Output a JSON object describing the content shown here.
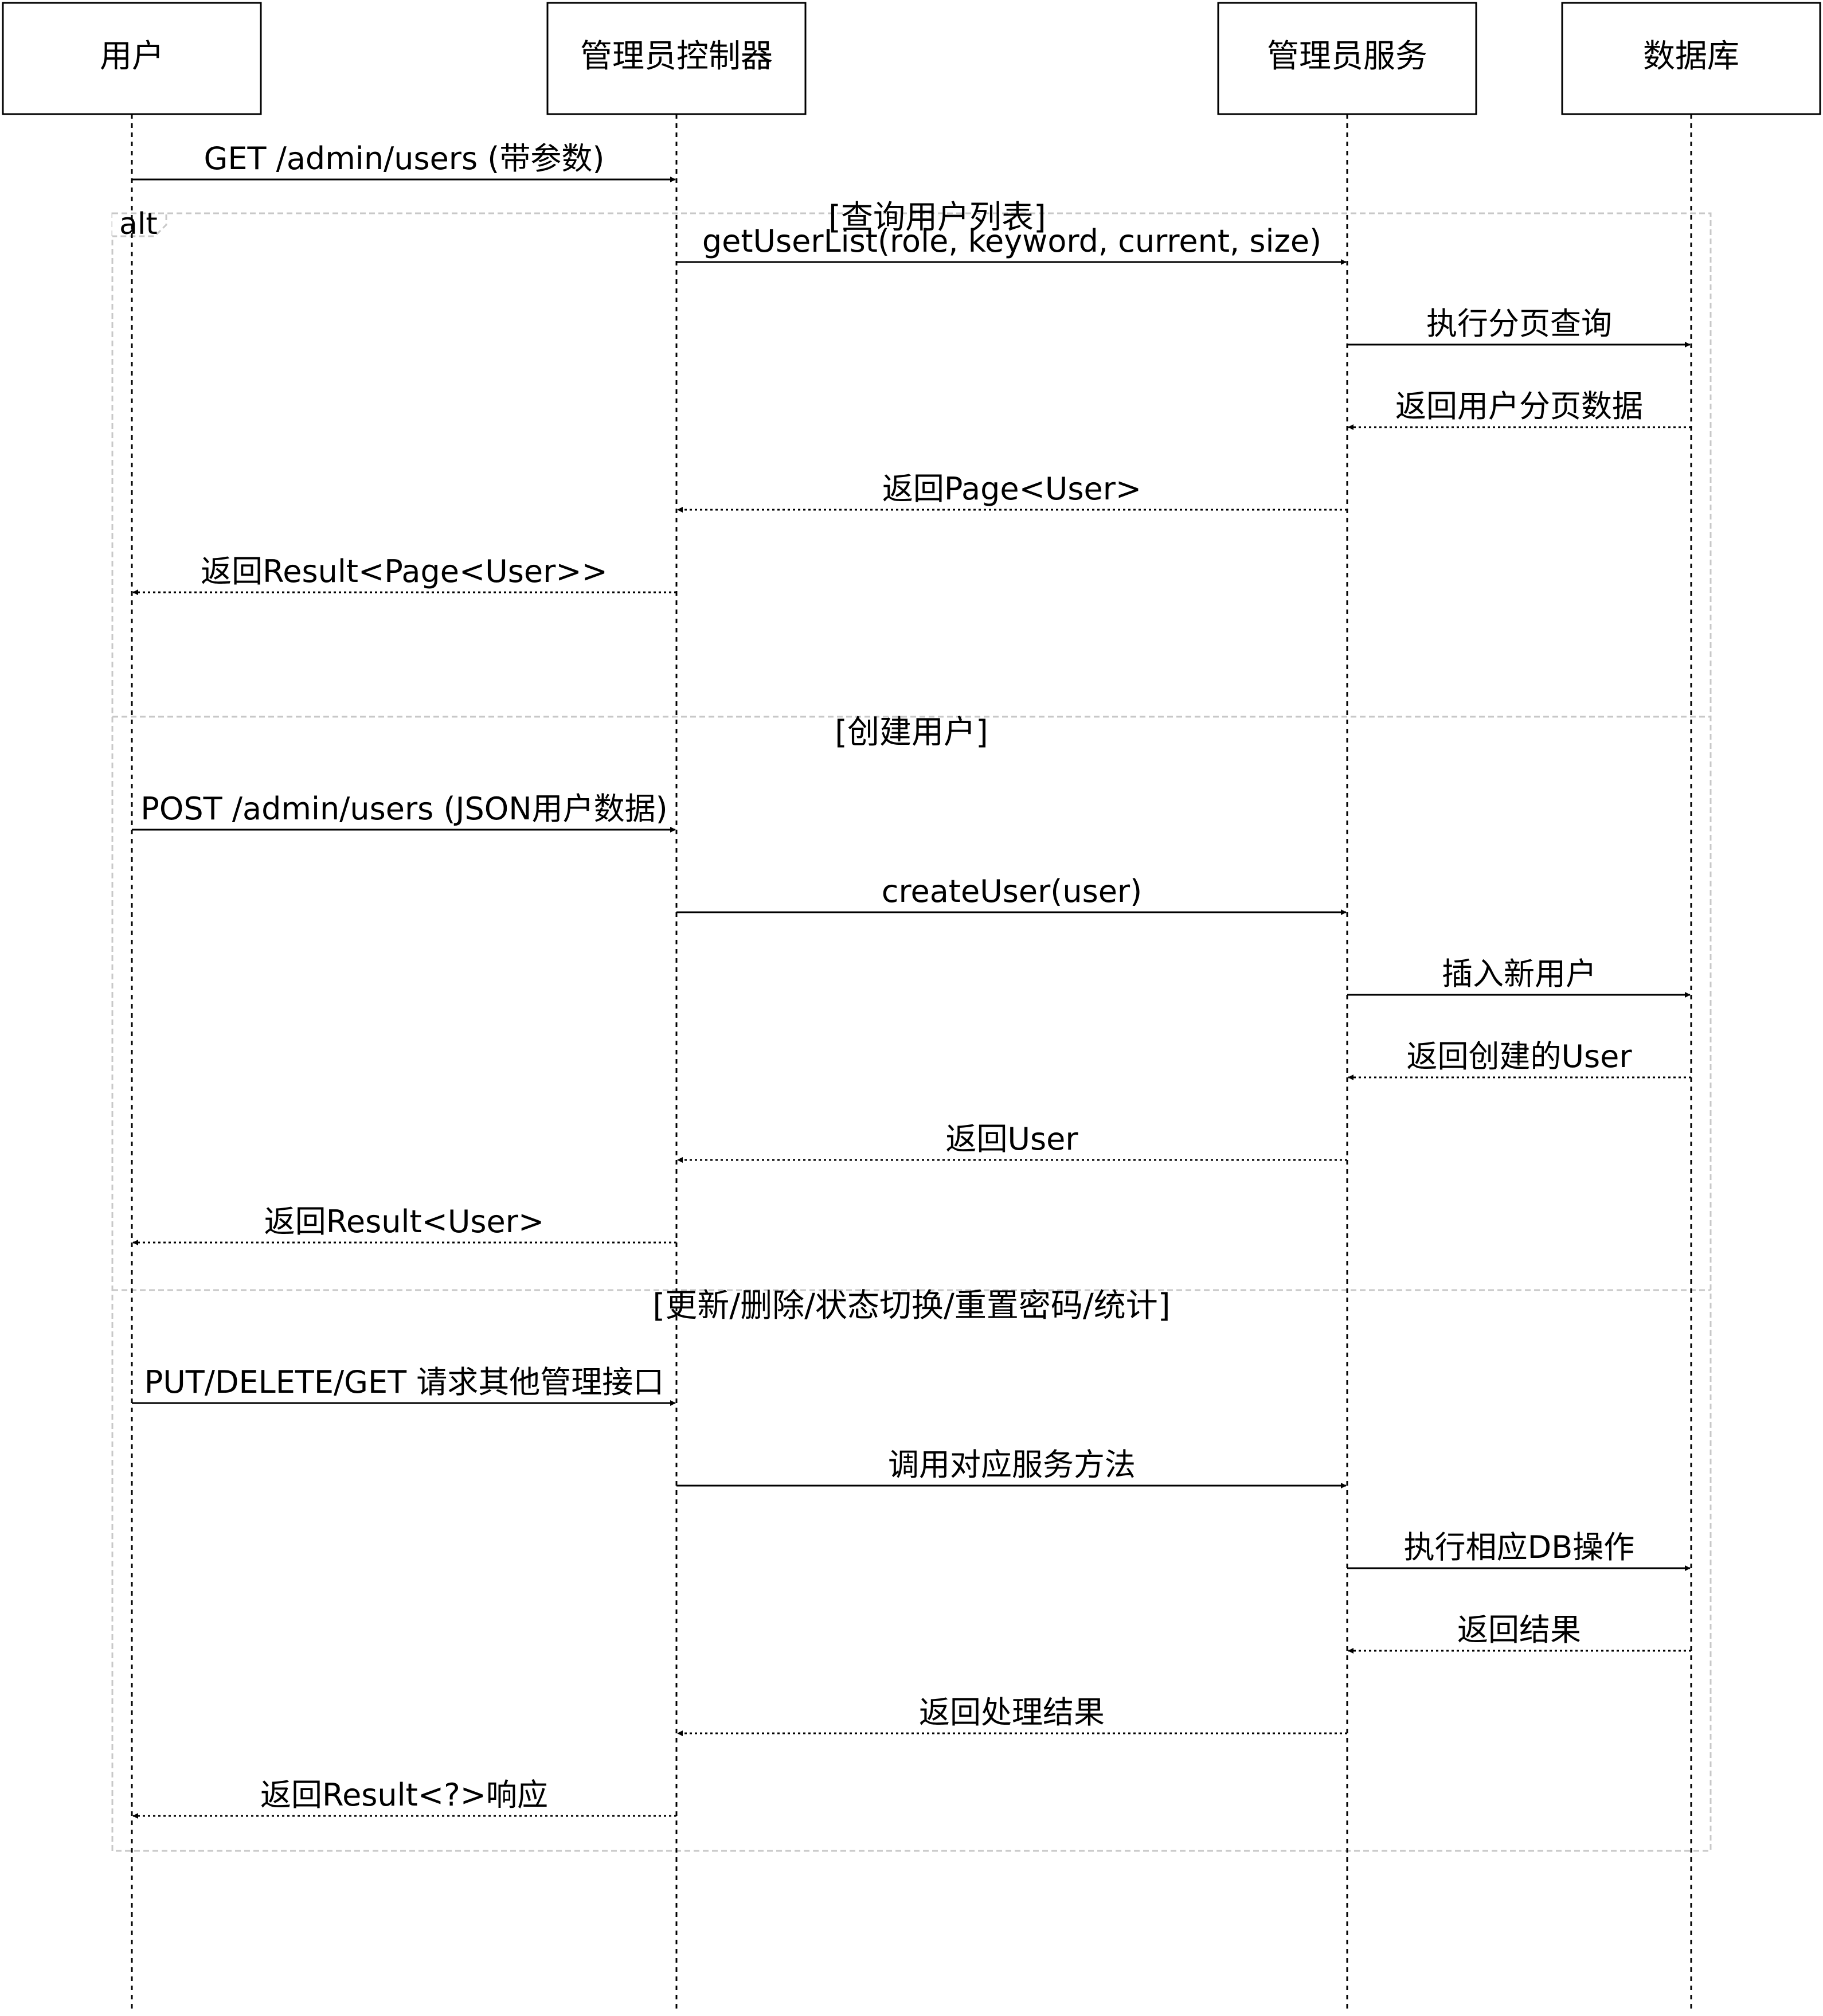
{
  "participants": [
    {
      "id": "user",
      "label": "用户"
    },
    {
      "id": "controller",
      "label": "管理员控制器"
    },
    {
      "id": "service",
      "label": "管理员服务"
    },
    {
      "id": "database",
      "label": "数据库"
    }
  ],
  "alt": {
    "label": "alt",
    "sections": [
      {
        "guard": "[查询用户列表]",
        "messages": [
          {
            "from": "user",
            "to": "controller",
            "style": "solid",
            "text": "GET /admin/users (带参数)"
          },
          {
            "from": "controller",
            "to": "service",
            "style": "solid",
            "text": "getUserList(role, keyword, current, size)"
          },
          {
            "from": "service",
            "to": "database",
            "style": "solid",
            "text": "执行分页查询"
          },
          {
            "from": "database",
            "to": "service",
            "style": "dotted",
            "text": "返回用户分页数据"
          },
          {
            "from": "service",
            "to": "controller",
            "style": "dotted",
            "text": "返回Page<User>"
          },
          {
            "from": "controller",
            "to": "user",
            "style": "dotted",
            "text": "返回Result<Page<User>>"
          }
        ]
      },
      {
        "guard": "[创建用户]",
        "messages": [
          {
            "from": "user",
            "to": "controller",
            "style": "solid",
            "text": "POST /admin/users (JSON用户数据)"
          },
          {
            "from": "controller",
            "to": "service",
            "style": "solid",
            "text": "createUser(user)"
          },
          {
            "from": "service",
            "to": "database",
            "style": "solid",
            "text": "插入新用户"
          },
          {
            "from": "database",
            "to": "service",
            "style": "dotted",
            "text": "返回创建的User"
          },
          {
            "from": "service",
            "to": "controller",
            "style": "dotted",
            "text": "返回User"
          },
          {
            "from": "controller",
            "to": "user",
            "style": "dotted",
            "text": "返回Result<User>"
          }
        ]
      },
      {
        "guard": "[更新/删除/状态切换/重置密码/统计]",
        "messages": [
          {
            "from": "user",
            "to": "controller",
            "style": "solid",
            "text": "PUT/DELETE/GET 请求其他管理接口"
          },
          {
            "from": "controller",
            "to": "service",
            "style": "solid",
            "text": "调用对应服务方法"
          },
          {
            "from": "service",
            "to": "database",
            "style": "solid",
            "text": "执行相应DB操作"
          },
          {
            "from": "database",
            "to": "service",
            "style": "dotted",
            "text": "返回结果"
          },
          {
            "from": "service",
            "to": "controller",
            "style": "dotted",
            "text": "返回处理结果"
          },
          {
            "from": "controller",
            "to": "user",
            "style": "dotted",
            "text": "返回Result<?>响应"
          }
        ]
      }
    ]
  }
}
